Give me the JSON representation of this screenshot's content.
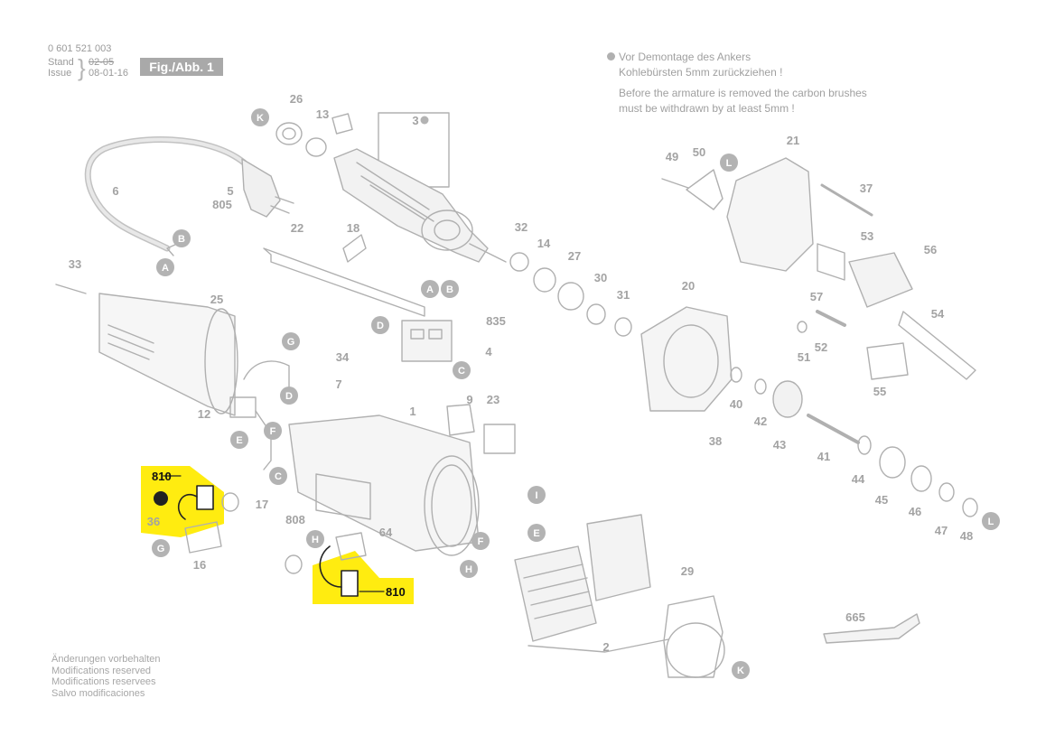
{
  "header": {
    "part_number": "0 601 521 003",
    "stand_label": "Stand",
    "issue_label": "Issue",
    "old_date": "02-05",
    "new_date": "08-01-16",
    "figure_label": "Fig./Abb. 1"
  },
  "note": {
    "line1_de": "Vor Demontage des Ankers",
    "line2_de": "Kohlebürsten 5mm zurückziehen !",
    "line1_en": "Before the armature is removed the carbon brushes",
    "line2_en": "must be withdrawn by at least 5mm !"
  },
  "footer": {
    "line1": "Änderungen vorbehalten",
    "line2": "Modifications reserved",
    "line3": "Modifications reservees",
    "line4": "Salvo modificaciones"
  },
  "part_labels": [
    "26",
    "13",
    "3",
    "6",
    "5",
    "805",
    "22",
    "18",
    "33",
    "25",
    "32",
    "14",
    "27",
    "30",
    "31",
    "835",
    "4",
    "34",
    "7",
    "12",
    "9",
    "23",
    "1",
    "17",
    "36",
    "16",
    "808",
    "64",
    "20",
    "40",
    "42",
    "38",
    "43",
    "41",
    "44",
    "45",
    "46",
    "47",
    "48",
    "29",
    "2",
    "665",
    "49",
    "50",
    "21",
    "37",
    "53",
    "56",
    "57",
    "52",
    "51",
    "54",
    "55"
  ],
  "highlighted_labels": [
    "810",
    "810"
  ],
  "callout_letters": [
    "K",
    "B",
    "A",
    "A",
    "B",
    "D",
    "C",
    "G",
    "D",
    "F",
    "E",
    "C",
    "G",
    "H",
    "I",
    "E",
    "F",
    "H",
    "K",
    "L",
    "L"
  ],
  "colors": {
    "highlight": "#ffec10",
    "callout": "#b3b3b3",
    "line": "#b0b0b0",
    "part_text": "#a3a3a3"
  }
}
